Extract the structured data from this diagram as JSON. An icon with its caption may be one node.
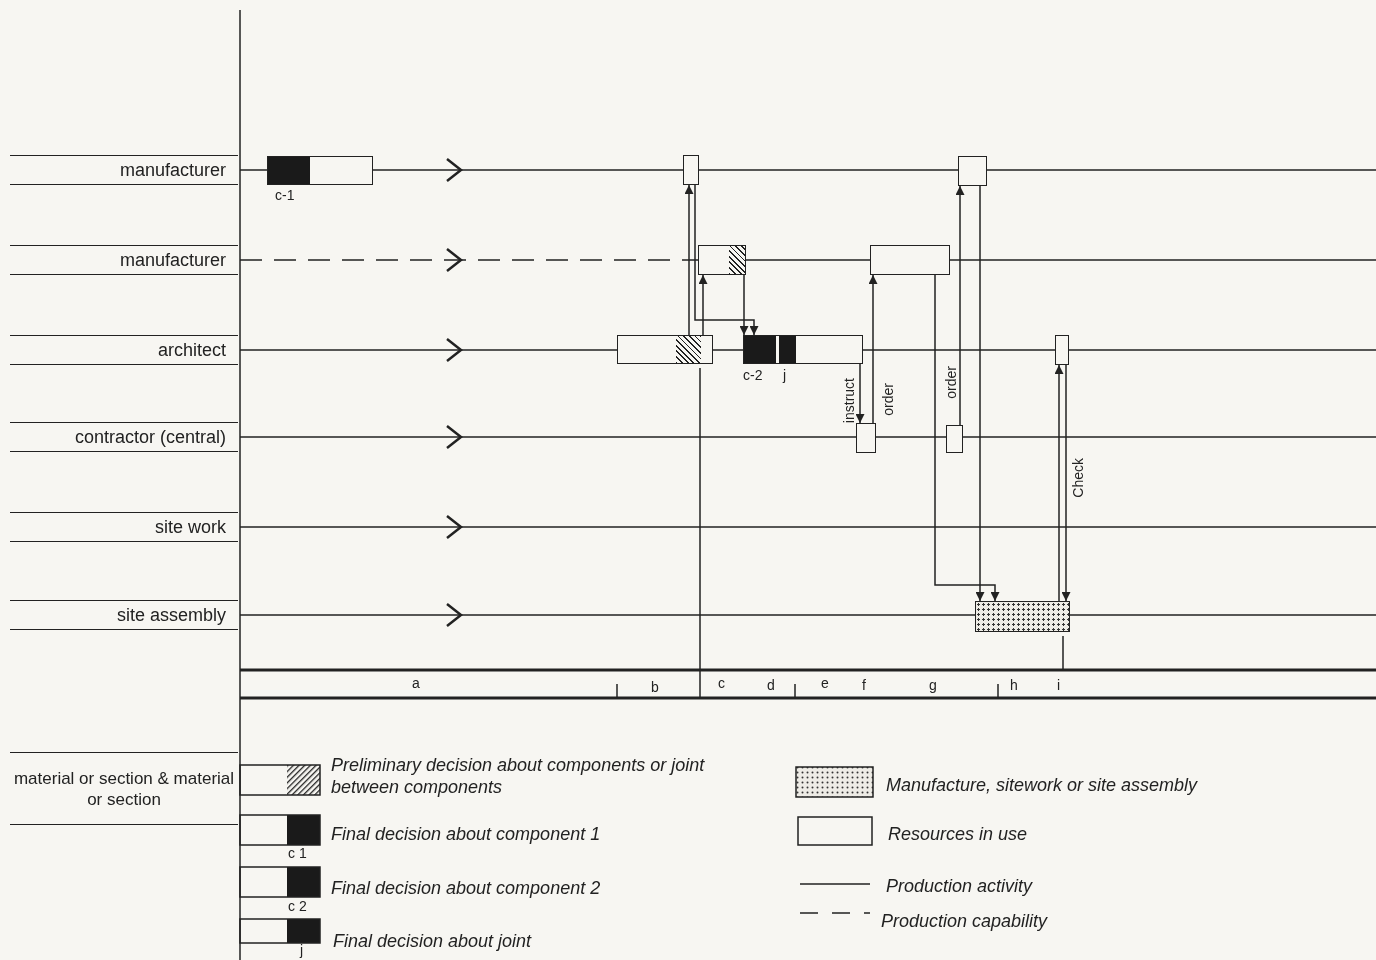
{
  "diagram": {
    "nodes": [
      {
        "text": [
          "manufacturer"
        ]
      },
      {
        "text": [
          "manufacturer"
        ]
      },
      {
        "text": [
          "architect"
        ]
      },
      {
        "text": [
          "contractor (central)"
        ]
      },
      {
        "text": [
          "site work"
        ]
      },
      {
        "text": [
          "site assembly"
        ]
      },
      {
        "text": [],
        "shape": "box",
        "beside": [
          "c-1"
        ]
      },
      {
        "text": [],
        "shape": "box"
      },
      {
        "text": [],
        "shape": "box"
      },
      {
        "text": [],
        "shape": "box"
      },
      {
        "text": [],
        "shape": "box"
      },
      {
        "text": [],
        "shape": "box"
      },
      {
        "text": [],
        "shape": "box",
        "beside": [
          "c-2",
          "j"
        ]
      },
      {
        "text": [],
        "shape": "box"
      },
      {
        "text": [],
        "shape": "box"
      },
      {
        "text": [],
        "shape": "box"
      },
      {
        "text": [],
        "shape": "box"
      }
    ],
    "edges": [
      {
        "from": 11,
        "to": 8,
        "arrow": "to"
      },
      {
        "from": 11,
        "to": 7,
        "arrow": "to"
      },
      {
        "from": 7,
        "to": 12,
        "arrow": "to"
      },
      {
        "from": 8,
        "to": 12,
        "arrow": "to"
      },
      {
        "from": 12,
        "to": 14,
        "arrow": "to",
        "label": "instruct"
      },
      {
        "from": 14,
        "to": 9,
        "arrow": "to",
        "label": "order"
      },
      {
        "from": 15,
        "to": 10,
        "arrow": "to",
        "label": "order"
      },
      {
        "from": 10,
        "to": 16,
        "arrow": "to"
      },
      {
        "from": 9,
        "to": 16,
        "arrow": "to"
      },
      {
        "from": 16,
        "to": 13,
        "arrow": "to",
        "label": "Check"
      },
      {
        "from": 13,
        "to": 16,
        "arrow": "to"
      }
    ],
    "labels": [
      "a",
      "b",
      "c",
      "d",
      "e",
      "f",
      "g",
      "h",
      "i",
      "material or section & material or section",
      "c 1",
      "c 2",
      "j"
    ],
    "legend": [
      {
        "text": "Preliminary decision about components or joint between components"
      },
      {
        "text": "Final decision about component 1"
      },
      {
        "text": "Final decision about component 2"
      },
      {
        "text": "Final decision about joint"
      },
      {
        "text": "Manufacture, sitework or site assembly"
      },
      {
        "text": "Resources in use"
      },
      {
        "text": "Production activity"
      },
      {
        "text": "Production capability"
      }
    ]
  }
}
